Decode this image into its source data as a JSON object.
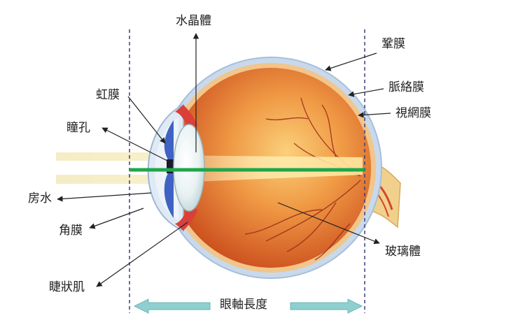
{
  "labels": {
    "lens": "水晶體",
    "sclera": "鞏膜",
    "iris": "虹膜",
    "choroid": "脈絡膜",
    "retina": "視網膜",
    "pupil": "瞳孔",
    "aqueous_humor": "房水",
    "cornea": "角膜",
    "vitreous": "玻璃體",
    "ciliary_muscle": "睫狀肌",
    "axial_length": "眼軸長度"
  },
  "colors": {
    "sclera": "#c9d9ec",
    "choroid": "#f2c58a",
    "retina_interior": "#e07830",
    "iris": "#3f63c4",
    "axis_line": "#1fa64a",
    "guide_line": "#3c3f7a",
    "axis_arrow": "#8fcfcf"
  }
}
